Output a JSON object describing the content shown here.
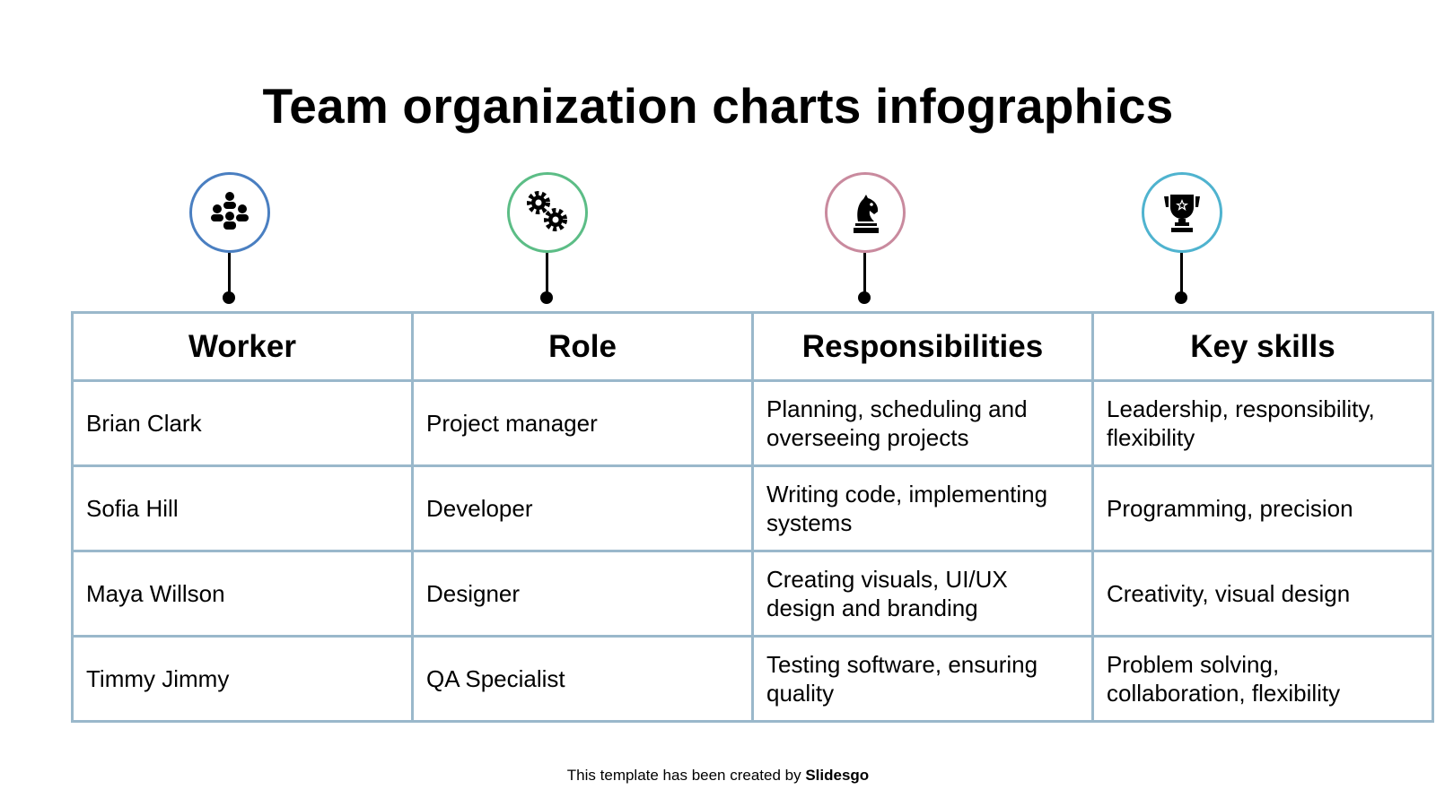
{
  "title": "Team organization charts infographics",
  "columns": [
    {
      "label": "Worker",
      "icon": "team-icon",
      "color": "#4a7fc1"
    },
    {
      "label": "Role",
      "icon": "gears-icon",
      "color": "#5cbd86"
    },
    {
      "label": "Responsibilities",
      "icon": "chess-knight-icon",
      "color": "#c98a9e"
    },
    {
      "label": "Key skills",
      "icon": "trophy-icon",
      "color": "#4fb3cf"
    }
  ],
  "rows": [
    {
      "worker": "Brian Clark",
      "role": "Project manager",
      "responsibilities": "Planning, scheduling and overseeing projects",
      "skills": "Leadership, responsibility, flexibility"
    },
    {
      "worker": "Sofia Hill",
      "role": "Developer",
      "responsibilities": "Writing code, implementing systems",
      "skills": "Programming, precision"
    },
    {
      "worker": "Maya Willson",
      "role": "Designer",
      "responsibilities": "Creating visuals, UI/UX design and branding",
      "skills": "Creativity, visual design"
    },
    {
      "worker": "Timmy Jimmy",
      "role": "QA Specialist",
      "responsibilities": "Testing software, ensuring quality",
      "skills": "Problem solving, collaboration, flexibility"
    }
  ],
  "footer": {
    "prefix": "This template has been created by ",
    "brand": "Slidesgo"
  }
}
